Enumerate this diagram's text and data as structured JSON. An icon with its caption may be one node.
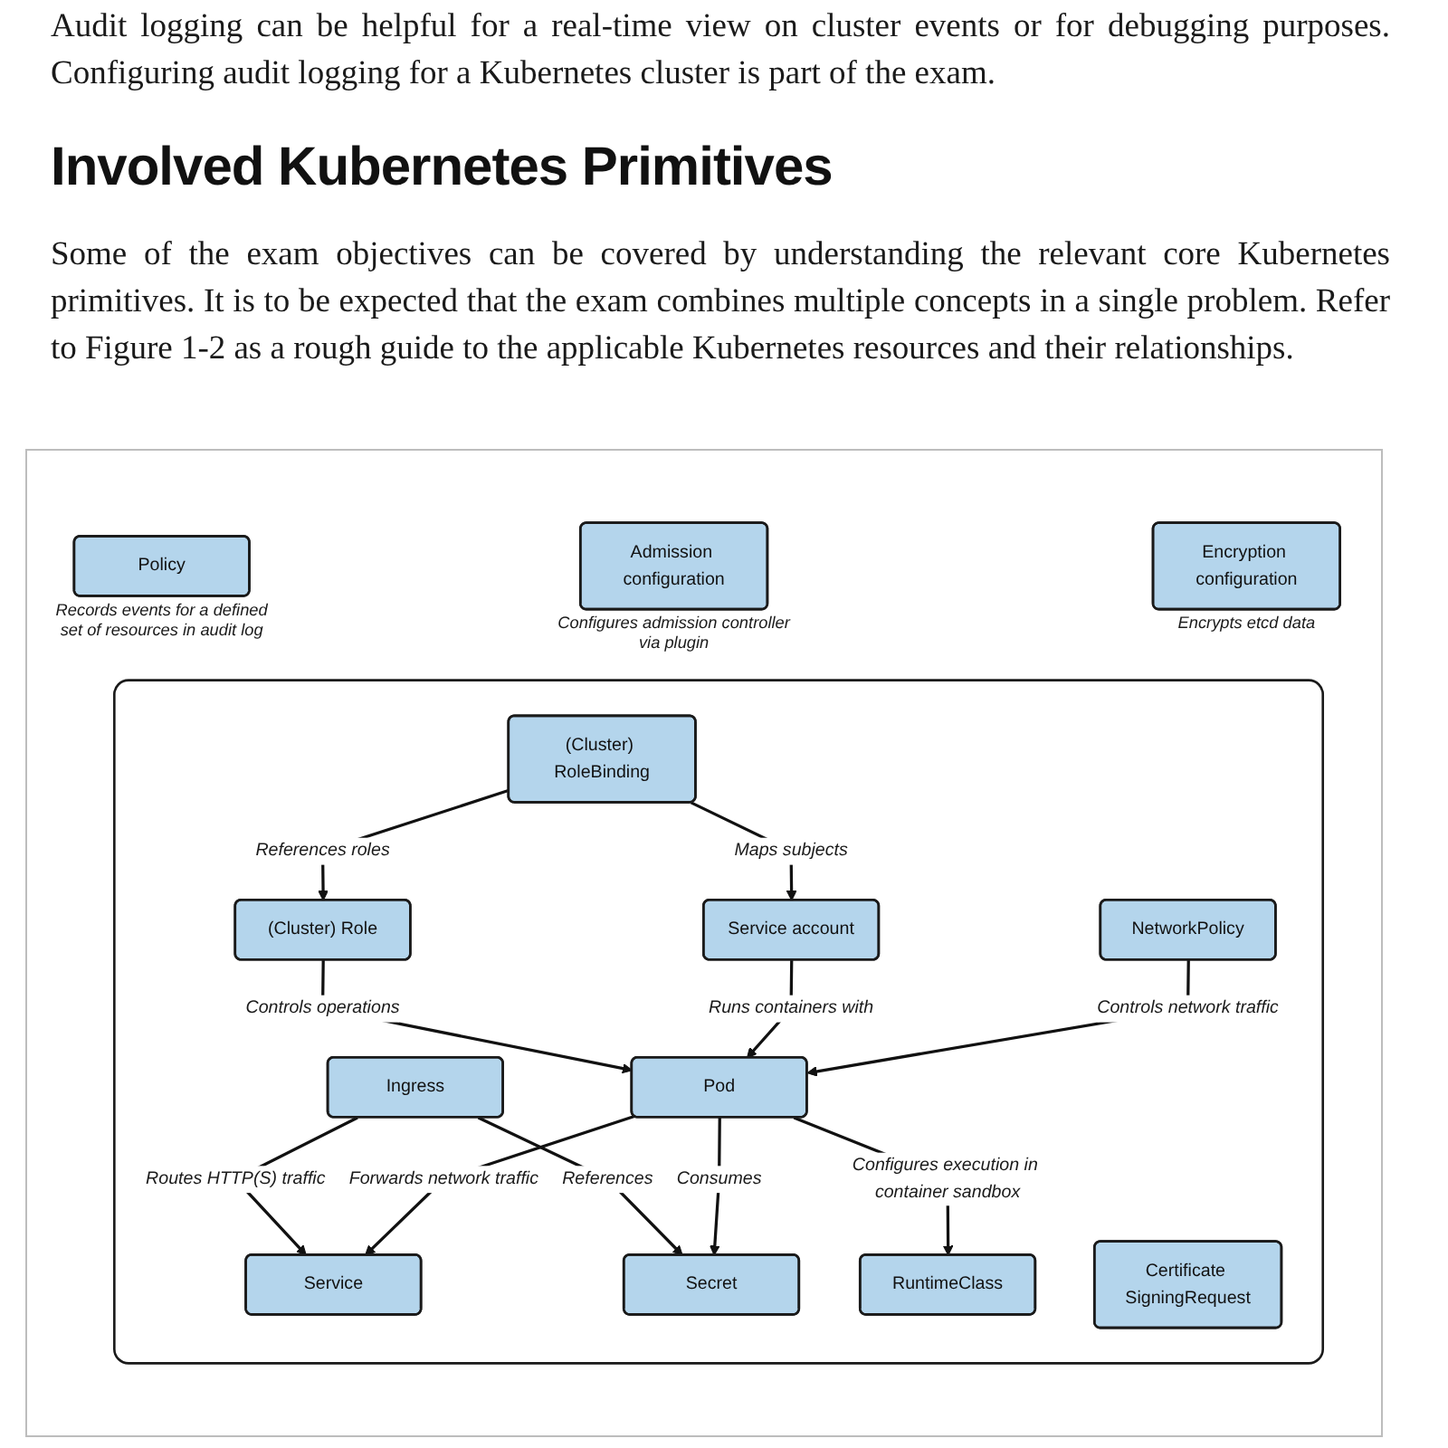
{
  "diagram": {
    "title": "Involved Kubernetes Primitives",
    "nodes": [
      {
        "text": [
          "Policy"
        ],
        "beside": [
          "Records events for a defined set of resources in audit log"
        ]
      },
      {
        "text": [
          "Admission configuration"
        ],
        "beside": [
          "Configures admission controller via plugin"
        ]
      },
      {
        "text": [
          "Encryption configuration"
        ],
        "beside": [
          "Encrypts etcd data"
        ]
      },
      {
        "text": [],
        "shape": "box"
      },
      {
        "text": [
          "Ingress"
        ],
        "in": 3
      },
      {
        "text": [
          "Service"
        ],
        "in": 3
      },
      {
        "text": [
          "(Cluster) Role"
        ],
        "in": 3
      },
      {
        "text": [
          "(Cluster) RoleBinding"
        ],
        "in": 3
      },
      {
        "text": [
          "Service account"
        ],
        "in": 3
      },
      {
        "text": [
          "Secret"
        ],
        "in": 3
      },
      {
        "text": [
          "Pod"
        ],
        "in": 3
      },
      {
        "text": [
          "NetworkPolicy"
        ],
        "in": 3
      },
      {
        "text": [
          "RuntimeClass"
        ],
        "in": 3
      },
      {
        "text": [
          "Certificate SigningRequest"
        ],
        "in": 3
      }
    ],
    "edges": [
      {
        "from": 4,
        "to": 5,
        "arrow": "to",
        "label": "Routes HTTP(S) traffic"
      },
      {
        "from": 7,
        "to": 6,
        "arrow": "to",
        "label": "References roles"
      },
      {
        "from": 4,
        "to": 9,
        "arrow": "to",
        "label": "References"
      },
      {
        "from": 10,
        "to": 5,
        "arrow": "to",
        "label": "Forwards network traffic"
      },
      {
        "from": 6,
        "to": 10,
        "arrow": "to",
        "label": "Controls operations"
      },
      {
        "from": 7,
        "to": 8,
        "arrow": "to",
        "label": "Maps subjects"
      },
      {
        "from": 8,
        "to": 10,
        "arrow": "to",
        "label": "Runs containers with"
      },
      {
        "from": 10,
        "to": 9,
        "arrow": "to",
        "label": "Consumes"
      },
      {
        "from": 11,
        "to": 10,
        "arrow": "to",
        "label": "Controls network traffic"
      },
      {
        "from": 10,
        "to": 12,
        "arrow": "to",
        "label": "Configures execution in container sandbox"
      }
    ],
    "labels": [
      "Audit logging can be helpful for a real-time view on cluster events or for debugging purposes. Configuring audit logging for a Kubernetes cluster is part of the exam.",
      "Some of the exam objectives can be covered by understanding the relevant core Kubernetes primitives. It is to be expected that the exam combines multiple concepts in a single problem. Refer to Figure 1-2 as a rough guide to the applicable Kubernetes resources and their relationships."
    ]
  }
}
